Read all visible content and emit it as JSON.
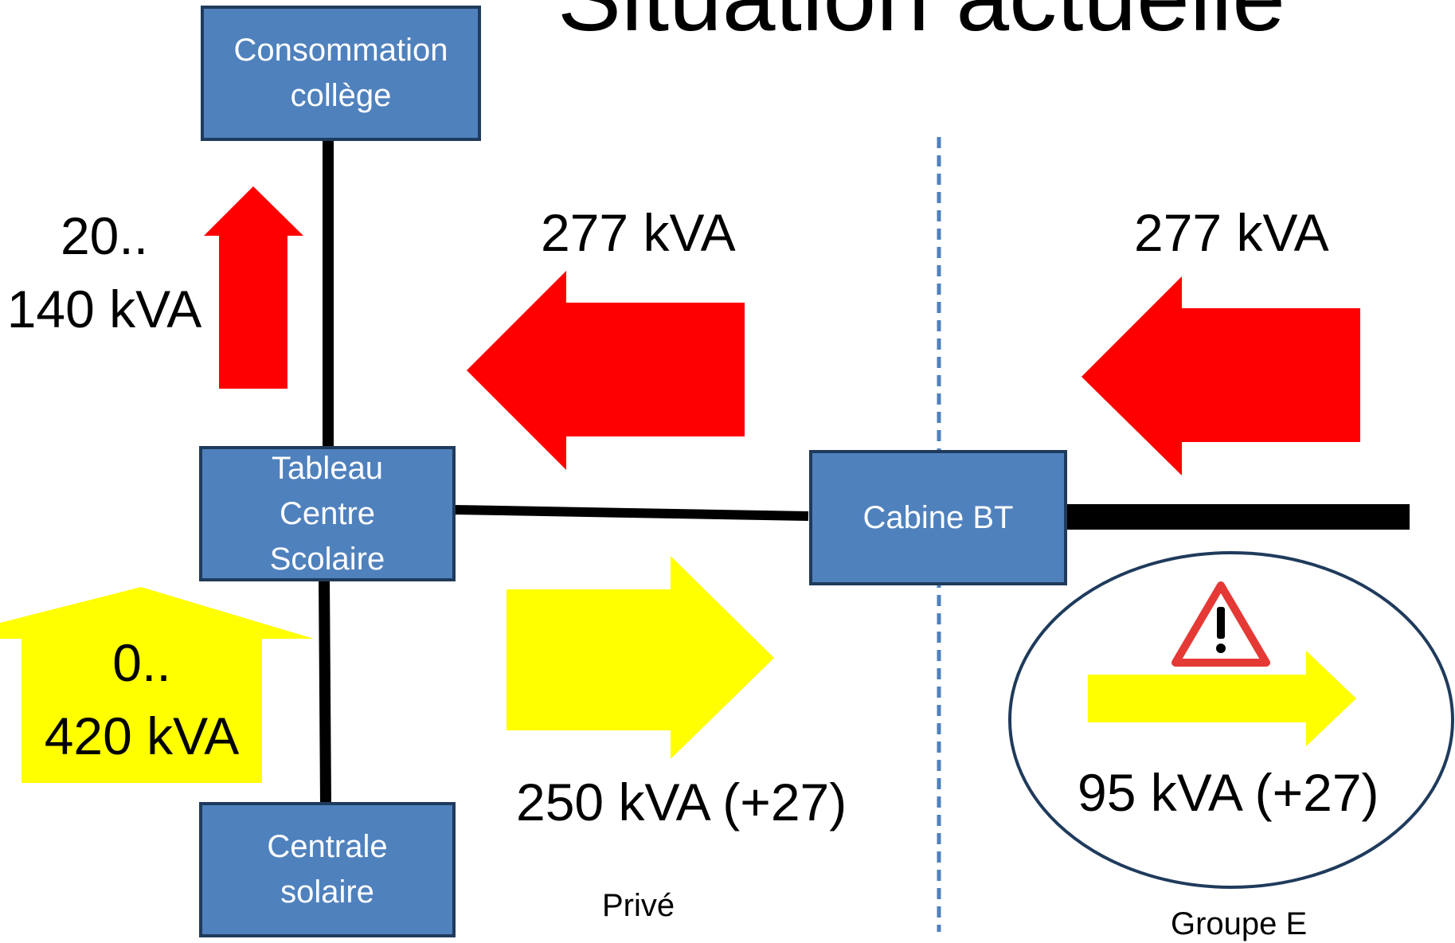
{
  "title": "Situation actuelle",
  "nodes": {
    "consumption": [
      "Consommation",
      "collège"
    ],
    "panel": [
      "Tableau",
      "Centre",
      "Scolaire"
    ],
    "cabin": "Cabine BT",
    "solar": [
      "Centrale",
      "solaire"
    ]
  },
  "flows": {
    "college_consumption": [
      "20..",
      "140 kVA"
    ],
    "import_private": "277 kVA",
    "import_grid": "277 kVA",
    "solar_production": [
      "0..",
      "420 kVA"
    ],
    "export_private": "250 kVA (+27)",
    "export_grid": "95 kVA (+27)"
  },
  "zones": {
    "private": "Privé",
    "grid_operator": "Groupe E"
  },
  "icons": {
    "warning": "warning-triangle-icon"
  },
  "colors": {
    "box_fill": "#4f81bd",
    "box_border": "#1f3b5c",
    "import_arrow": "#ff0000",
    "export_arrow": "#ffff00",
    "boundary_line": "#4f81bd",
    "ellipse_border": "#1f3b5c",
    "warning_red": "#e53935"
  }
}
